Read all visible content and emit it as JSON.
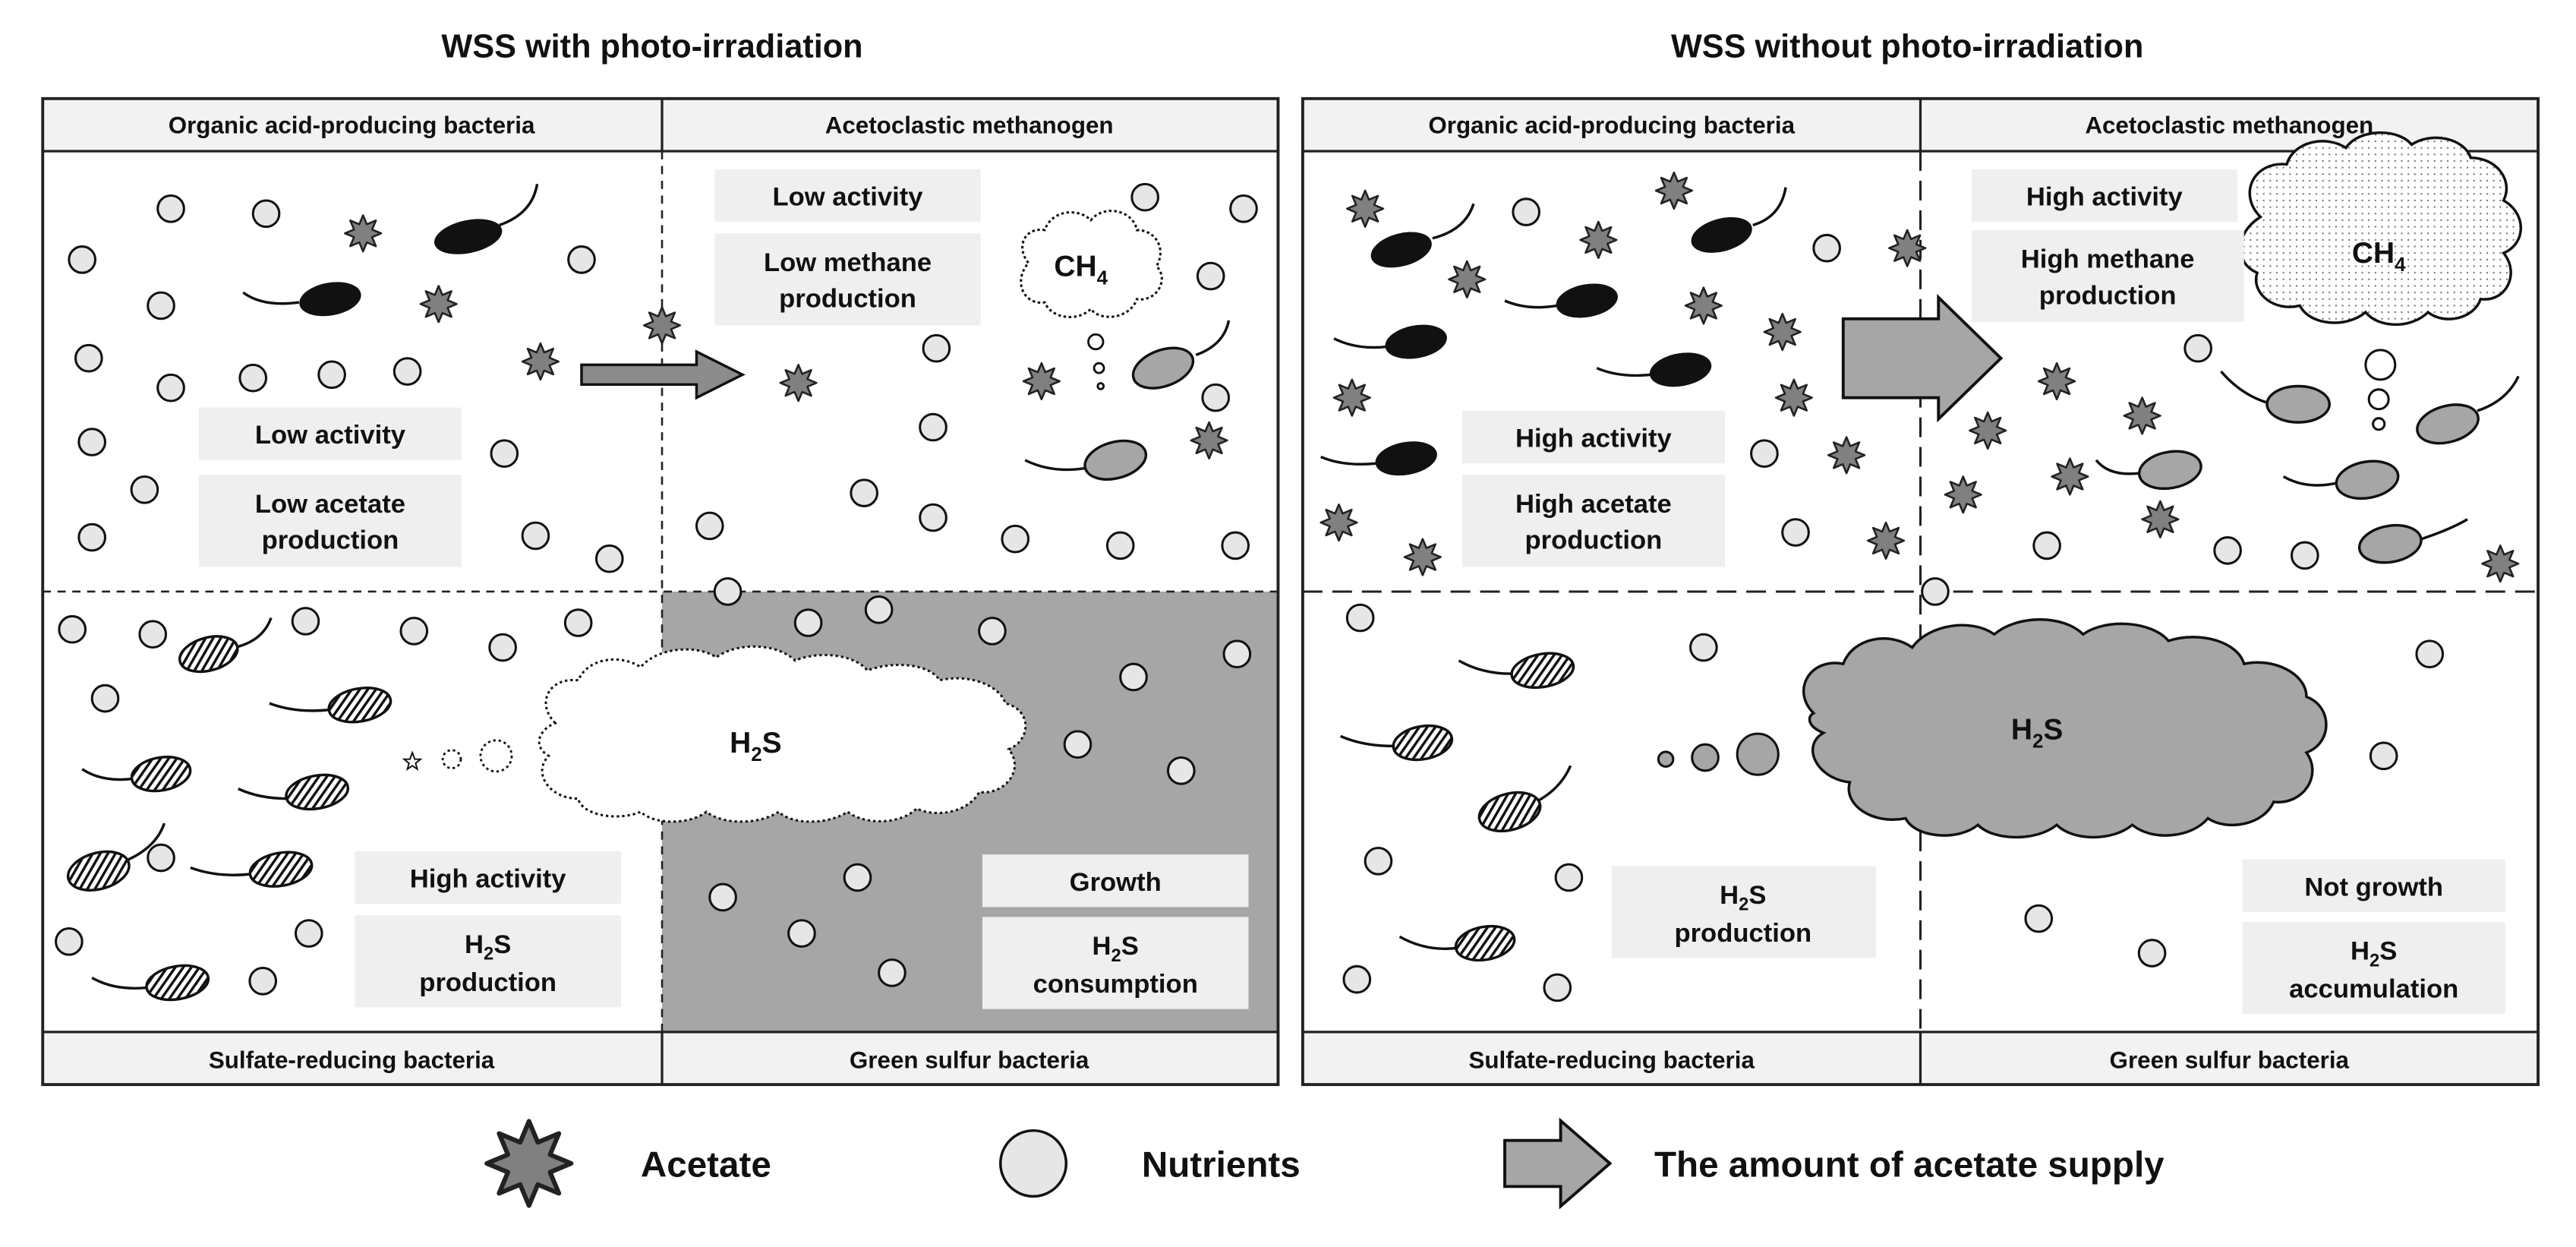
{
  "titles": {
    "left": "WSS with photo-irradiation",
    "right": "WSS without photo-irradiation"
  },
  "left_panel": {
    "top_left_header": "Organic acid-producing bacteria",
    "top_right_header": "Acetoclastic methanogen",
    "bottom_left_footer": "Sulfate-reducing bacteria",
    "bottom_right_footer": "Green sulfur bacteria",
    "oab_activity": "Low activity",
    "oab_product": [
      "Low acetate",
      "production"
    ],
    "methanogen_activity": "Low activity",
    "methanogen_product": [
      "Low methane",
      "production"
    ],
    "srb_activity": "High activity",
    "srb_product": [
      "H",
      "2",
      "S",
      "production"
    ],
    "gsb_state": "Growth",
    "gsb_product": [
      "H",
      "2",
      "S",
      "consumption"
    ],
    "gas_ch4": [
      "CH",
      "4"
    ],
    "gas_h2s": [
      "H",
      "2",
      "S"
    ]
  },
  "right_panel": {
    "top_left_header": "Organic acid-producing bacteria",
    "top_right_header": "Acetoclastic methanogen",
    "bottom_left_footer": "Sulfate-reducing bacteria",
    "bottom_right_footer": "Green sulfur bacteria",
    "oab_activity": "High activity",
    "oab_product": [
      "High acetate",
      "production"
    ],
    "methanogen_activity": "High activity",
    "methanogen_product": [
      "High methane",
      "production"
    ],
    "srb_product": [
      "H",
      "2",
      "S",
      "production"
    ],
    "gsb_state": "Not growth",
    "gsb_product": [
      "H",
      "2",
      "S",
      "accumulation"
    ],
    "gas_ch4": [
      "CH",
      "4"
    ],
    "gas_h2s": [
      "H",
      "2",
      "S"
    ]
  },
  "legend": {
    "acetate": "Acetate",
    "nutrients": "Nutrients",
    "arrow": "The amount of acetate supply"
  },
  "colors": {
    "nutrient_fill": "#e6e6e6",
    "acetate_fill": "#808080",
    "methanogen_fill": "#a6a6a6",
    "gsb_active_bg": "#a6a6a6",
    "h2s_cloud_fill": "#a6a6a6",
    "label_box": "#efefef",
    "header_bg": "#f2f2f2"
  }
}
